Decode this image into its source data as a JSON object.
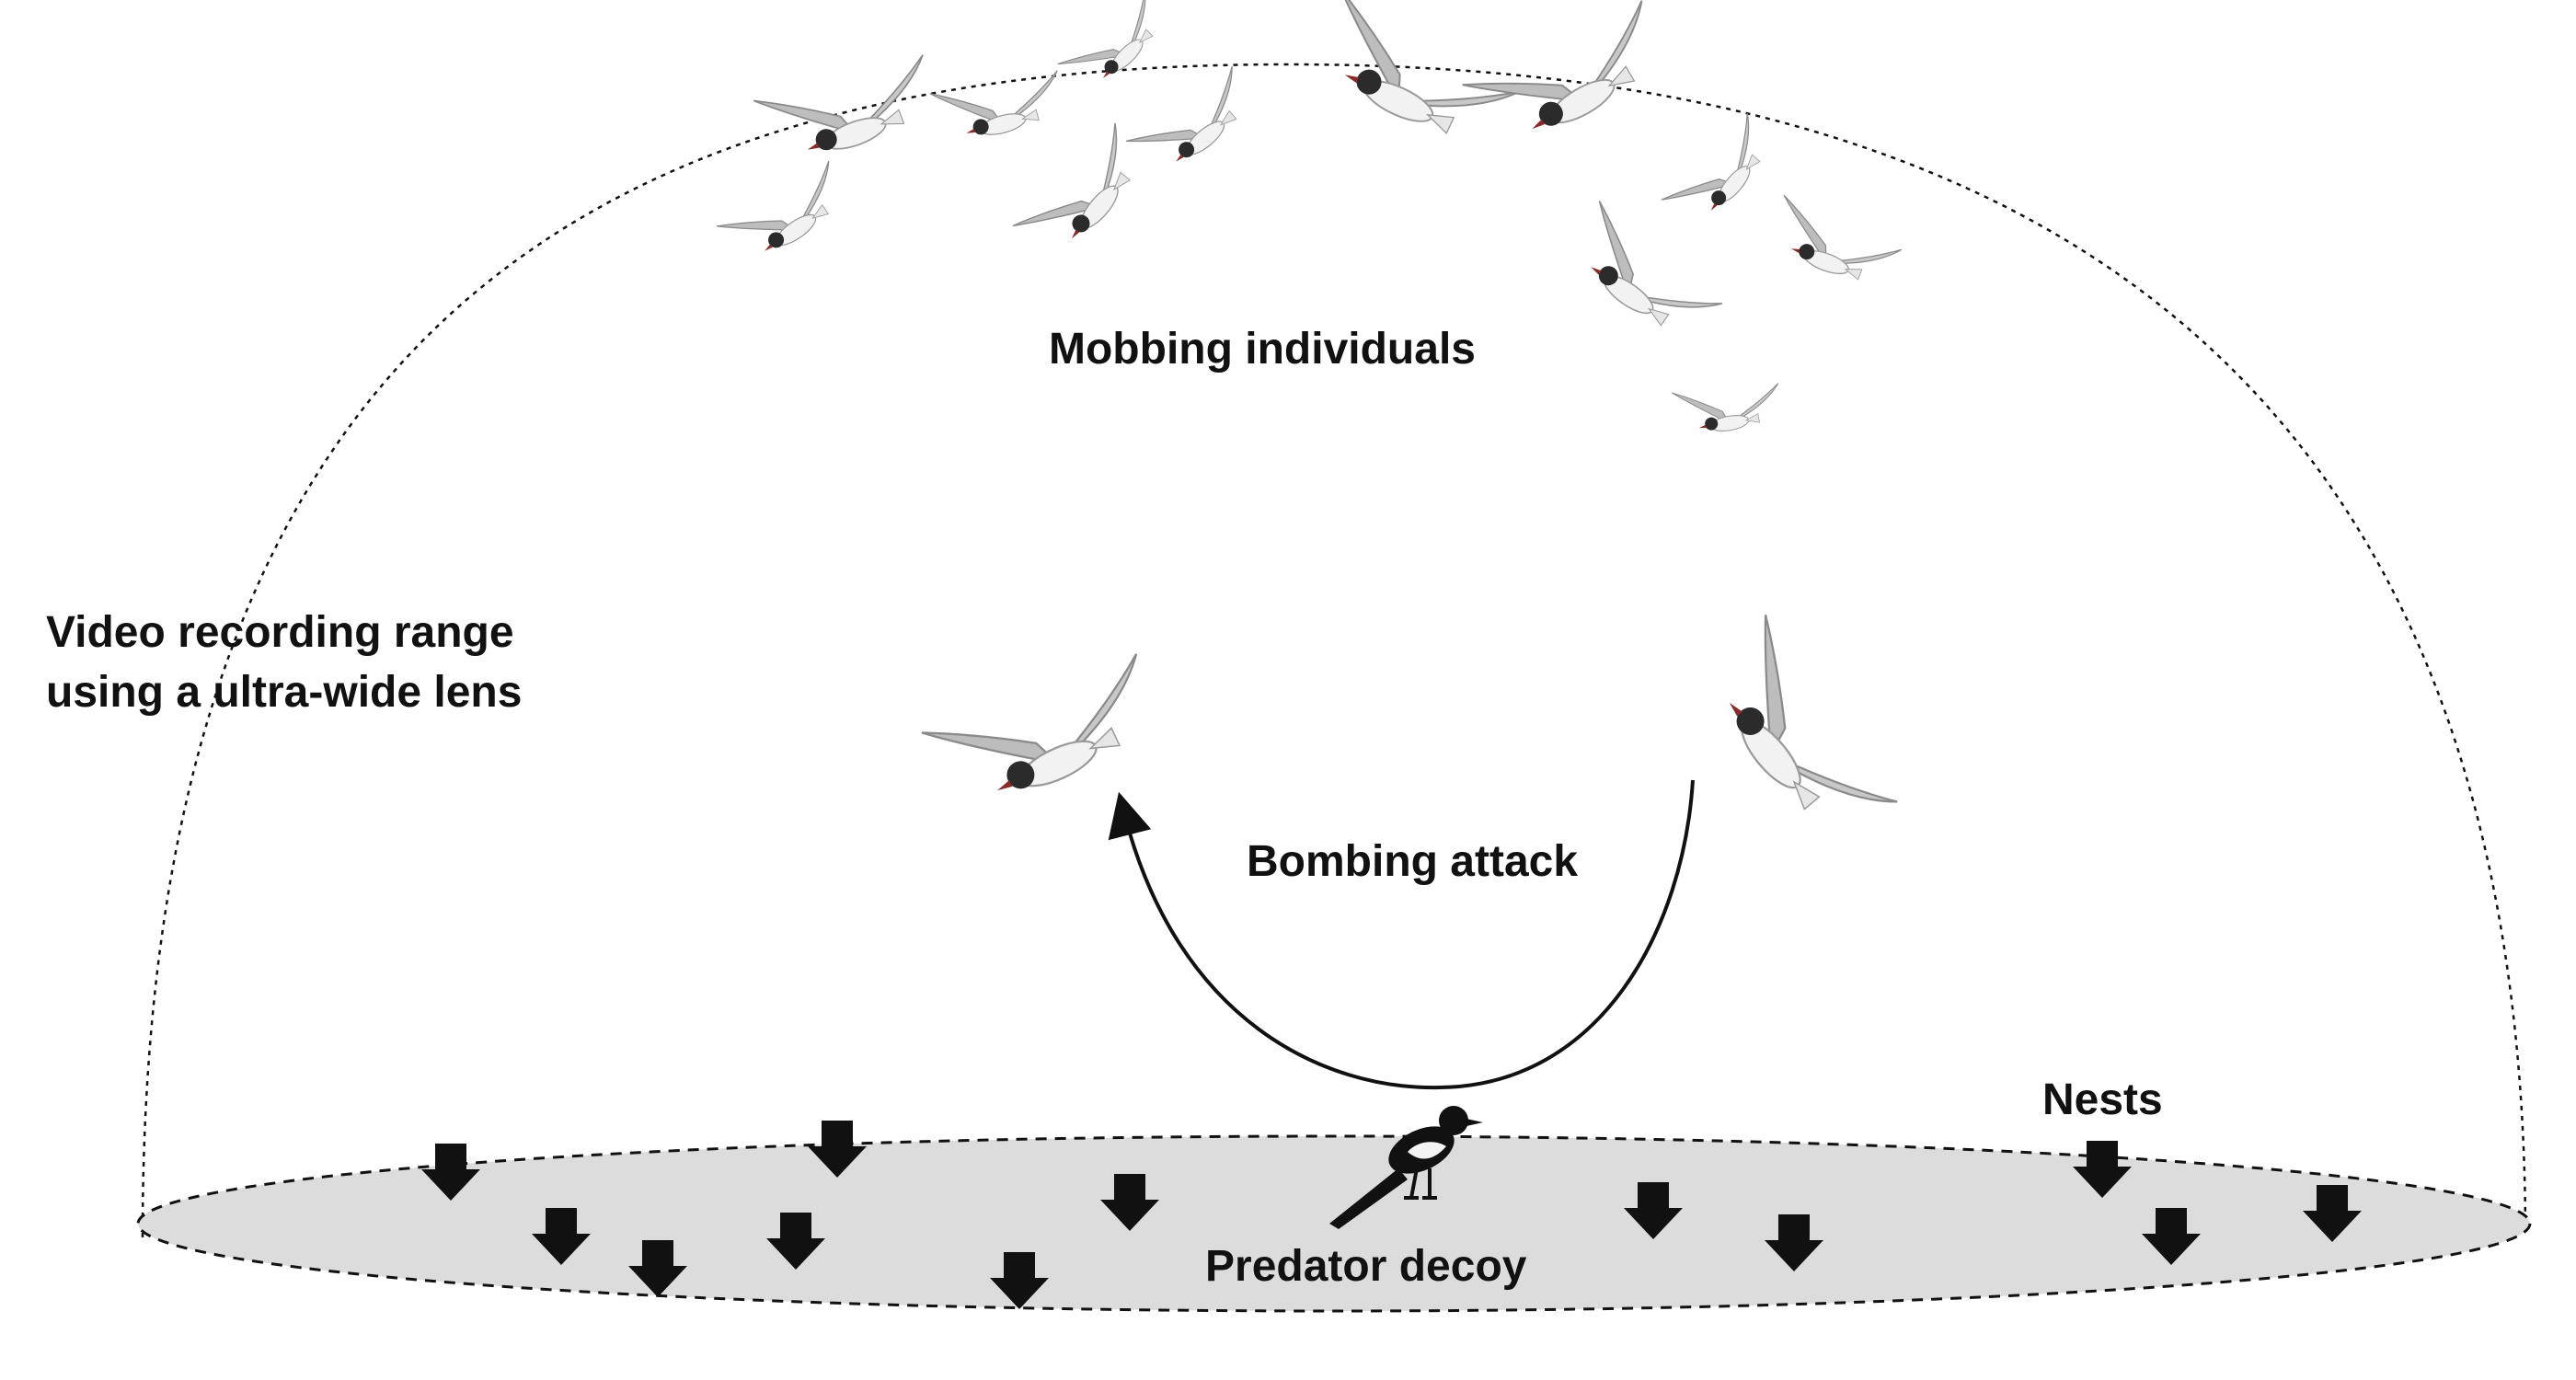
{
  "labels": {
    "range_line1": "Video recording range",
    "range_line2": "using a ultra-wide lens",
    "mobbing": "Mobbing individuals",
    "bombing": "Bombing attack",
    "decoy": "Predator decoy",
    "nests": "Nests"
  },
  "colors": {
    "ground": "#dcdcdc",
    "ink": "#111111",
    "gull_body": "#f2f2f2",
    "gull_wing": "#bdbdbd",
    "gull_head": "#2b2b2b"
  },
  "icons": {
    "nest_marker": "down-arrow-icon",
    "mobbing_bird": "gull-icon",
    "predator": "magpie-icon"
  }
}
